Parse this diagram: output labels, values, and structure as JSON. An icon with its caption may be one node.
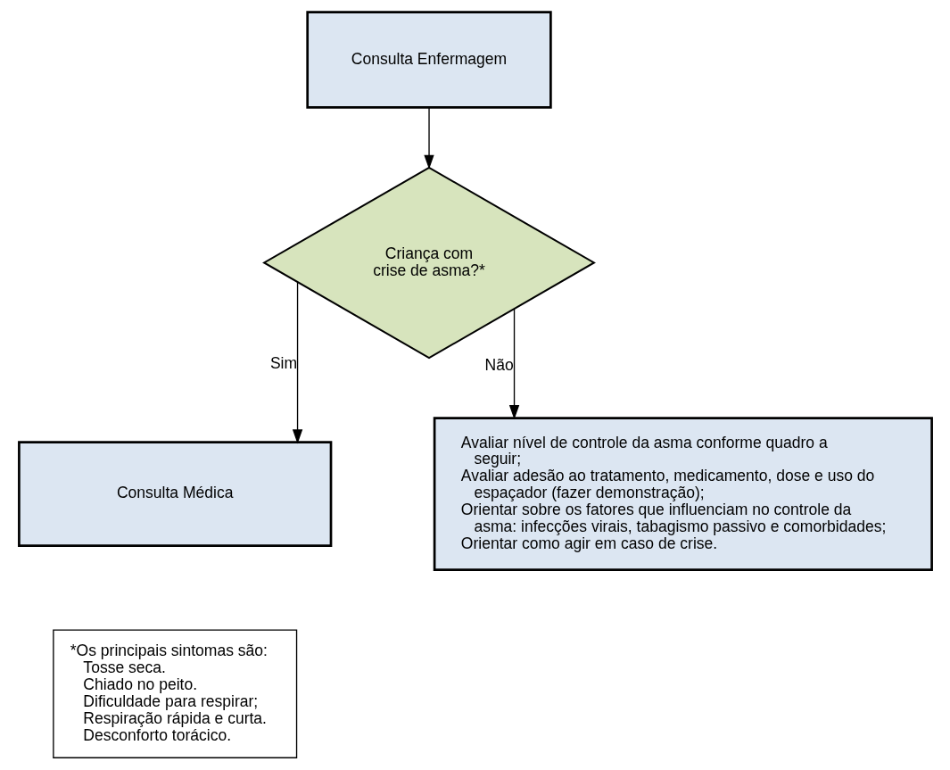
{
  "diagram": {
    "nodes": [
      {
        "text": [
          "Consulta Enfermagem"
        ]
      },
      {
        "text": [
          "Criança com crise de asma?*"
        ]
      },
      {
        "text": [
          "Consulta Médica"
        ]
      },
      {
        "text": [
          "Avaliar nível de controle da asma conforme quadro a seguir;",
          "Avaliar adesão ao tratamento, medicamento, dose e uso do espaçador (fazer demonstração);",
          "Orientar sobre os fatores que influenciam no controle da asma: infecções virais, tabagismo passivo e comorbidades;",
          "Orientar como agir em caso de crise."
        ]
      },
      {
        "text": [
          "*Os principais sintomas são:",
          "Tosse seca.",
          "Chiado no peito.",
          "Dificuldade para respirar;",
          "Respiração rápida e curta.",
          "Desconforto torácico."
        ]
      }
    ],
    "edges": [
      {
        "from": 0,
        "to": 1,
        "arrow": "to"
      },
      {
        "from": 1,
        "to": 2,
        "arrow": "to",
        "label": "Sim"
      },
      {
        "from": 1,
        "to": 3,
        "arrow": "to",
        "label": "Não"
      }
    ]
  }
}
